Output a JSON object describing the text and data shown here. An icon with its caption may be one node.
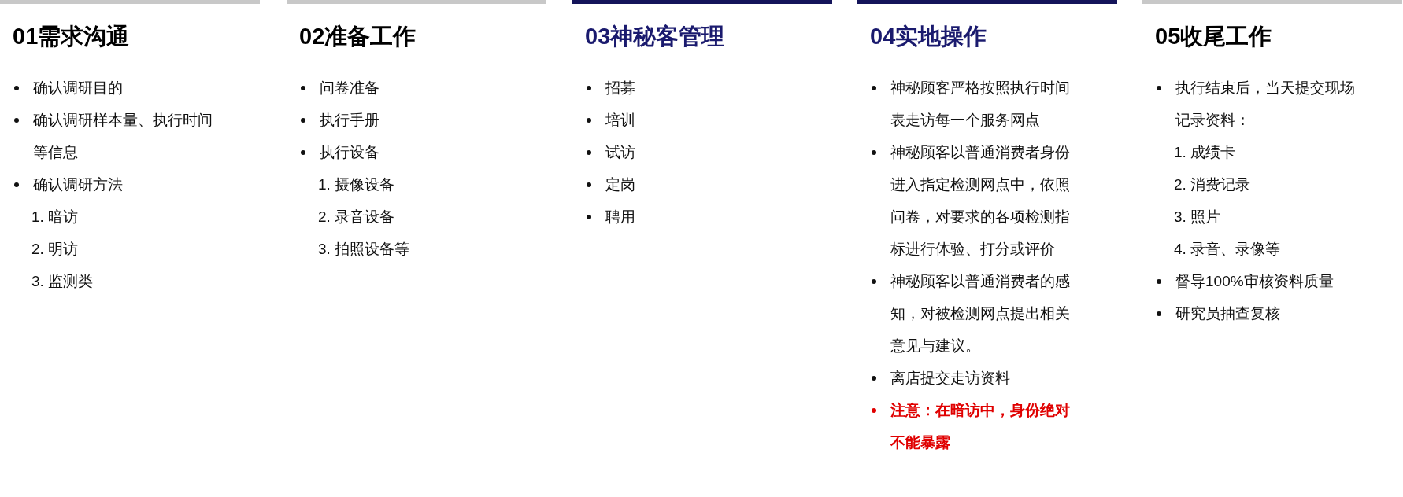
{
  "diagram": {
    "nodes": [
      {
        "text": [
          "01需求沟通",
          "确认调研目的",
          "确认调研样本量、执行时间等信息",
          "确认调研方法",
          "1. 暗访",
          "2. 明访",
          "3. 监测类"
        ]
      },
      {
        "text": [
          "02准备工作",
          "问卷准备",
          "执行手册",
          "执行设备",
          "1. 摄像设备",
          "2. 录音设备",
          "3. 拍照设备等"
        ]
      },
      {
        "text": [
          "03神秘客管理",
          "招募",
          "培训",
          "试访",
          "定岗",
          "聘用"
        ]
      },
      {
        "text": [
          "04实地操作",
          "神秘顾客严格按照执行时间表走访每一个服务网点",
          "神秘顾客以普通消费者身份进入指定检测网点中，依照问卷，对要求的各项检测指标进行体验、打分或评价",
          "神秘顾客以普通消费者的感知，对被检测网点提出相关意见与建议。",
          "离店提交走访资料",
          "注意：在暗访中，身份绝对不能暴露"
        ]
      },
      {
        "text": [
          "05收尾工作",
          "执行结束后，当天提交现场记录资料：",
          "1. 成绩卡",
          "2. 消费记录",
          "3. 照片",
          "4. 录音、录像等",
          "督导100%审核资料质量",
          "研究员抽查复核"
        ]
      }
    ]
  }
}
